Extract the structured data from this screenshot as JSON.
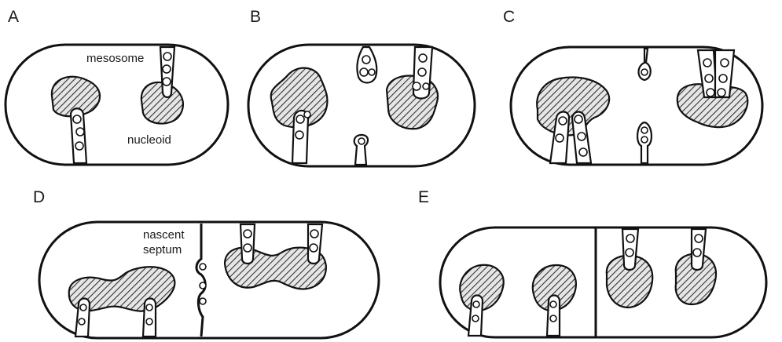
{
  "panels": [
    {
      "id": "A",
      "label": "A"
    },
    {
      "id": "B",
      "label": "B"
    },
    {
      "id": "C",
      "label": "C"
    },
    {
      "id": "D",
      "label": "D"
    },
    {
      "id": "E",
      "label": "E"
    }
  ],
  "annotations": {
    "mesosome": "mesosome",
    "nucleoid": "nucleoid",
    "nascent_septum_line1": "nascent",
    "nascent_septum_line2": "septum"
  },
  "colors": {
    "line": "#111111",
    "background": "#ffffff",
    "hatch": "#333333"
  }
}
